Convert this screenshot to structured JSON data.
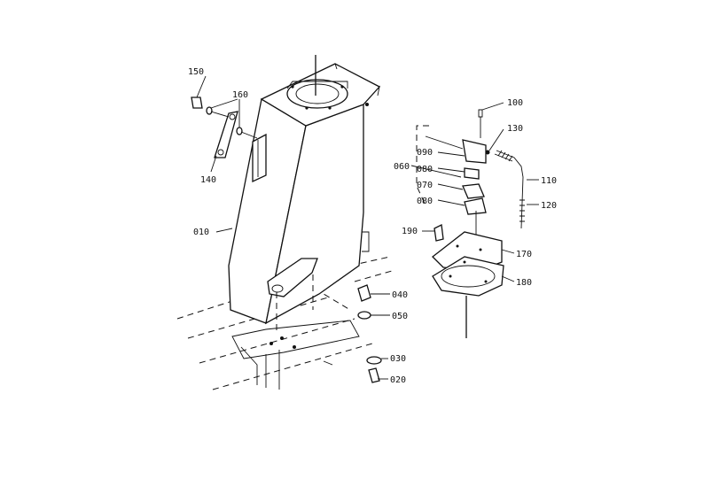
{
  "callouts": {
    "p010": "010",
    "p020": "020",
    "p030": "030",
    "p040": "040",
    "p050": "050",
    "p060": "060",
    "p070": "070",
    "p080a": "080",
    "p080b": "080",
    "p090": "090",
    "p100": "100",
    "p110": "110",
    "p120": "120",
    "p130": "130",
    "p140": "140",
    "p150": "150",
    "p160": "160",
    "p170": "170",
    "p180": "180",
    "p190": "190"
  }
}
